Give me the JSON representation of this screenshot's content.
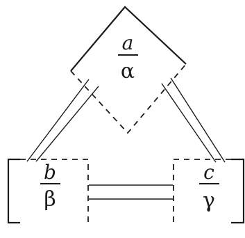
{
  "nodes": {
    "a": {
      "top": "a",
      "bottom": "α"
    },
    "b": {
      "top": "b",
      "bottom": "β"
    },
    "c": {
      "top": "c",
      "bottom": "γ"
    }
  }
}
